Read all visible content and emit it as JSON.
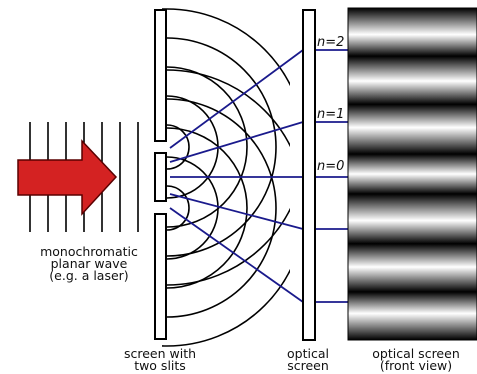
{
  "labels": {
    "source": "monochromatic\nplanar wave\n(e.g. a laser)",
    "slits_screen": "screen with\ntwo slits",
    "optical_screen": "optical\nscreen",
    "front_view": "optical screen\n(front view)"
  },
  "orders": [
    {
      "label": "n=2",
      "value": 2
    },
    {
      "label": "n=1",
      "value": 1
    },
    {
      "label": "n=0",
      "value": 0
    }
  ],
  "colors": {
    "arrow": "#d42222",
    "rays": "#1a1a8c",
    "lines": "#000000"
  }
}
